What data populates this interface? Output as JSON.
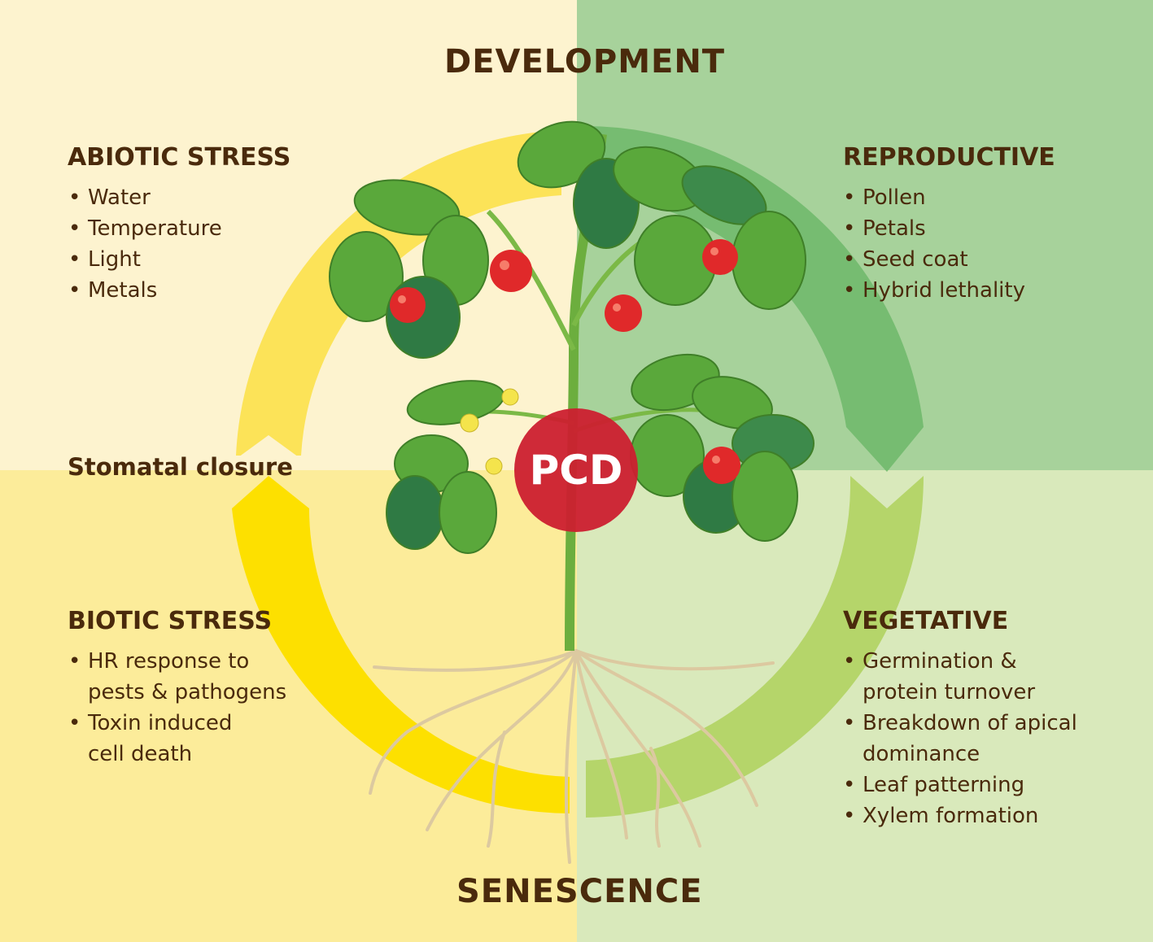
{
  "colors": {
    "top_left_bg": "#fdf3cf",
    "top_right_bg": "#a7d29b",
    "bottom_left_bg": "#fcec9a",
    "bottom_right_bg": "#d9e9bb",
    "yellow_arrow": "#fce14a",
    "green_arrow": "#6db86a",
    "light_green_arrow": "#b5d56a",
    "text": "#4a2a0c",
    "pcd_red": "#cc1f2f"
  },
  "titles": {
    "top": "DEVELOPMENT",
    "bottom": "SENESCENCE"
  },
  "center": {
    "label": "PCD"
  },
  "abiotic": {
    "heading": "ABIOTIC STRESS",
    "items": [
      "Water",
      "Temperature",
      "Light",
      "Metals"
    ]
  },
  "reproductive": {
    "heading": "REPRODUCTIVE",
    "items": [
      "Pollen",
      "Petals",
      "Seed coat",
      "Hybrid lethality"
    ]
  },
  "stomatal": {
    "label": "Stomatal closure"
  },
  "biotic": {
    "heading": "BIOTIC STRESS",
    "items": [
      "HR response to",
      "pests & pathogens",
      "Toxin induced",
      "cell death"
    ]
  },
  "vegetative": {
    "heading": "VEGETATIVE",
    "items": [
      "Germination &",
      "protein turnover",
      "Breakdown of apical",
      "dominance",
      "Leaf patterning",
      "Xylem formation"
    ]
  },
  "icons": [
    "tomato-plant-icon",
    "tomato-icon",
    "flower-icon",
    "root-icon"
  ]
}
